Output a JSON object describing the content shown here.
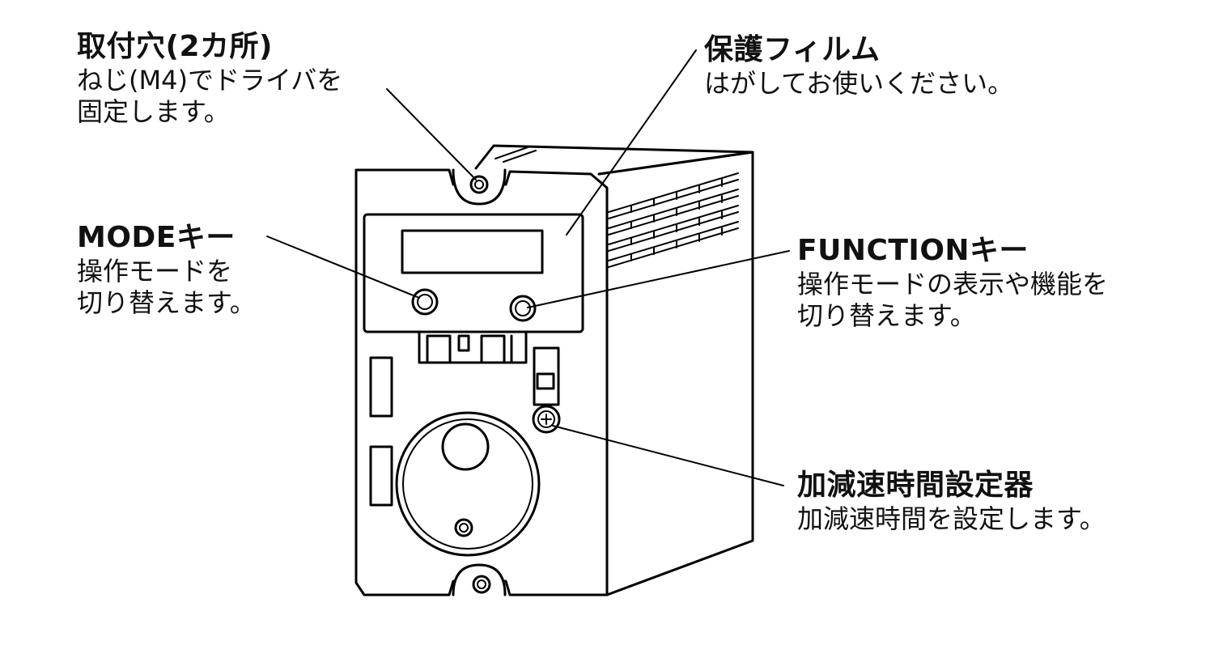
{
  "callouts": {
    "mount_hole": {
      "title": "取付穴(2カ所)",
      "desc": [
        "ねじ(M4)でドライバを",
        "固定します。"
      ]
    },
    "film": {
      "title": "保護フィルム",
      "desc": [
        "はがしてお使いください。"
      ]
    },
    "mode": {
      "title": "MODEキー",
      "desc": [
        "操作モードを",
        "切り替えます。"
      ]
    },
    "function": {
      "title": "FUNCTIONキー",
      "desc": [
        "操作モードの表示や機能を",
        "切り替えます。"
      ]
    },
    "accel": {
      "title": "加減速時間設定器",
      "desc": [
        "加減速時間を設定します。"
      ]
    }
  }
}
